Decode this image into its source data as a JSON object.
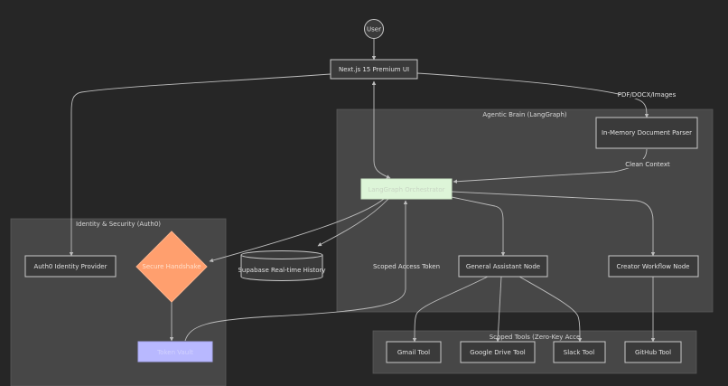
{
  "colors": {
    "background": "#262626",
    "group_fill": "#474747",
    "node_fill": "#3a3a3a",
    "node_stroke": "#c8c8c8",
    "edge": "#bdbdbd",
    "orchestrator_fill": "#ddf5d8",
    "orchestrator_text": "#c9d6c4",
    "handshake_fill": "#ff9f6e",
    "handshake_text": "#ffe0cc",
    "token_vault_fill": "#b8b8ff",
    "token_vault_text": "#d2d2ff"
  },
  "groups": {
    "identity": "Identity & Security (Auth0)",
    "brain": "Agentic Brain (LangGraph)",
    "tools": "Scoped Tools (Zero-Key Acce"
  },
  "nodes": {
    "user": "User",
    "ui": "Next.js 15 Premium UI",
    "parser": "In-Memory Document Parser",
    "orchestrator": "LangGraph Orchestrator",
    "auth0_provider": "Auth0 Identity Provider",
    "handshake": "Secure Handshake",
    "supabase": "Supabase Real-time History",
    "assistant": "General Assistant Node",
    "creator": "Creator Workflow Node",
    "token_vault": "Token Vault",
    "gmail": "Gmail Tool",
    "drive": "Google Drive Tool",
    "slack": "Slack Tool",
    "github": "GitHub Tool"
  },
  "edge_labels": {
    "ui_to_parser": "PDF/DOCX/Images",
    "parser_to_orchestrator": "Clean Context",
    "vault_to_orchestrator": "Scoped Access Token"
  }
}
